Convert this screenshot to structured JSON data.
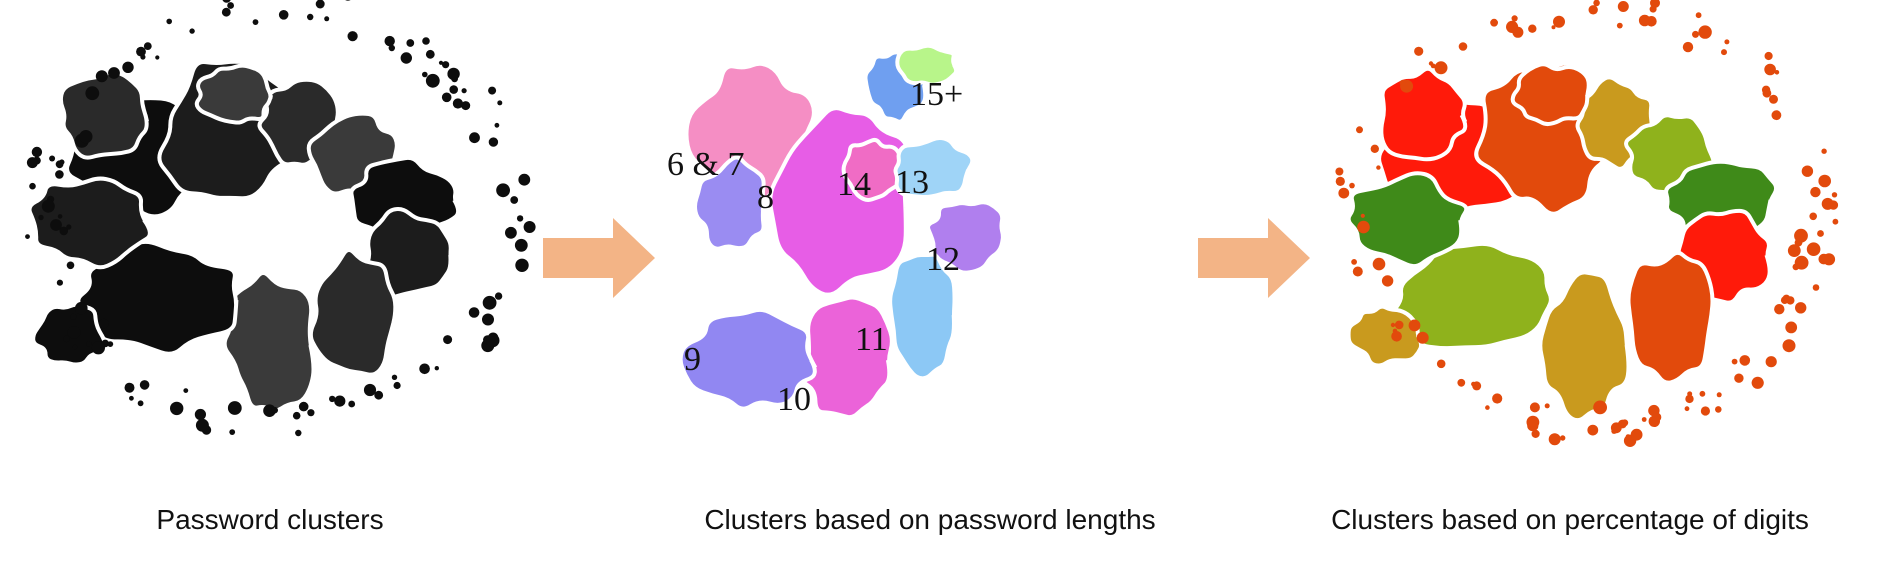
{
  "panels": [
    {
      "caption": "Password clusters",
      "style": "grayscale",
      "colors": [
        "#0d0d0d",
        "#1c1c1c",
        "#2a2a2a",
        "#3a3a3a"
      ]
    },
    {
      "caption": "Clusters based on password lengths",
      "style": "colored by length",
      "clusters": [
        {
          "label": "6 & 7",
          "color": "#f58ec4",
          "alt_color": "#9a8cf2"
        },
        {
          "label": "8",
          "color": "#e75de6"
        },
        {
          "label": "9",
          "color": "#9187f2"
        },
        {
          "label": "10",
          "color": "#eb63d9"
        },
        {
          "label": "11",
          "color": "#8cc8f5"
        },
        {
          "label": "12",
          "color": "#b07fee"
        },
        {
          "label": "13",
          "color": "#9fd4f7"
        },
        {
          "label": "14",
          "color": "#f06cc5"
        },
        {
          "label": "15+",
          "color": "#6f9ff0",
          "alt_color": "#b8f58a"
        }
      ]
    },
    {
      "caption": "Clusters based on percentage of digits",
      "style": "colored by digit percentage",
      "colors": [
        "#ff1a0a",
        "#e24a0c",
        "#c99a1e",
        "#8fb21c",
        "#3f8a19"
      ]
    }
  ],
  "arrow_color": "#f3b486"
}
